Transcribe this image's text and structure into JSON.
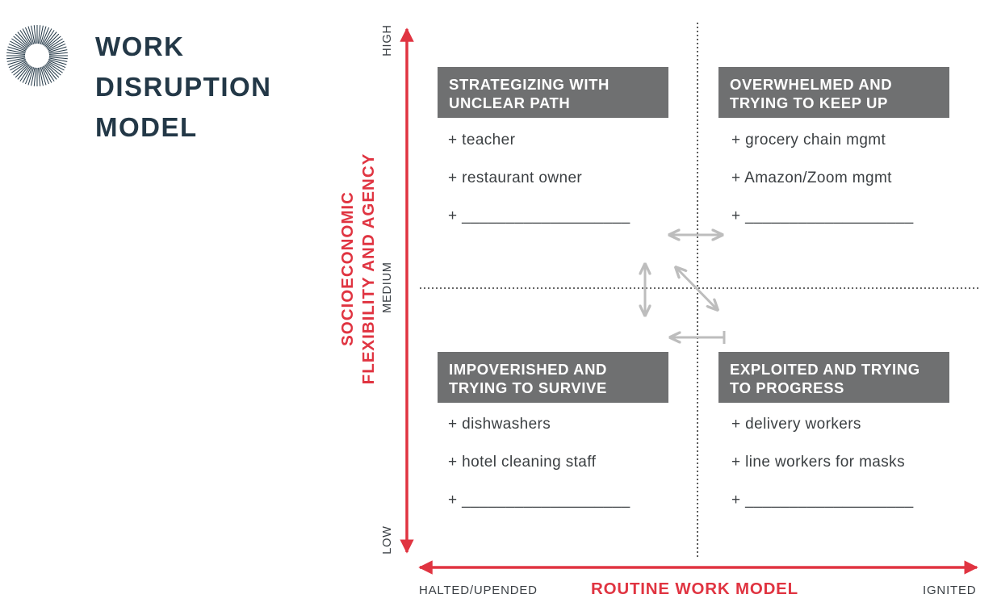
{
  "title": {
    "line1": "WORK",
    "line2": "DISRUPTION",
    "line3": "MODEL"
  },
  "colors": {
    "axis": "#e03441",
    "title": "#233847",
    "box": "#6f7071",
    "arrows": "#bdbdbd"
  },
  "icons": {
    "logo": "sunburst-icon"
  },
  "axes": {
    "y_title_line1": "SOCIOECONOMIC",
    "y_title_line2": "FLEXIBILITY AND AGENCY",
    "y_high": "HIGH",
    "y_medium": "MEDIUM",
    "y_low": "LOW",
    "x_title": "ROUTINE WORK MODEL",
    "x_left": "HALTED/UPENDED",
    "x_right": "IGNITED"
  },
  "quadrants": {
    "top_left": {
      "line1": "STRATEGIZING WITH",
      "line2": "UNCLEAR PATH",
      "items": [
        "+ teacher",
        "+ restaurant owner",
        "+ ___________________"
      ]
    },
    "top_right": {
      "line1": "OVERWHELMED AND",
      "line2": "TRYING TO KEEP UP",
      "items": [
        "+ grocery chain mgmt",
        "+ Amazon/Zoom mgmt",
        "+ ___________________"
      ]
    },
    "bottom_left": {
      "line1": "IMPOVERISHED AND",
      "line2": "TRYING TO SURVIVE",
      "items": [
        "+ dishwashers",
        "+ hotel cleaning staff",
        "+ ___________________"
      ]
    },
    "bottom_right": {
      "line1": "EXPLOITED AND TRYING",
      "line2": "TO PROGRESS",
      "items": [
        "+ delivery workers",
        "+ line workers for masks",
        "+ ___________________"
      ]
    }
  }
}
